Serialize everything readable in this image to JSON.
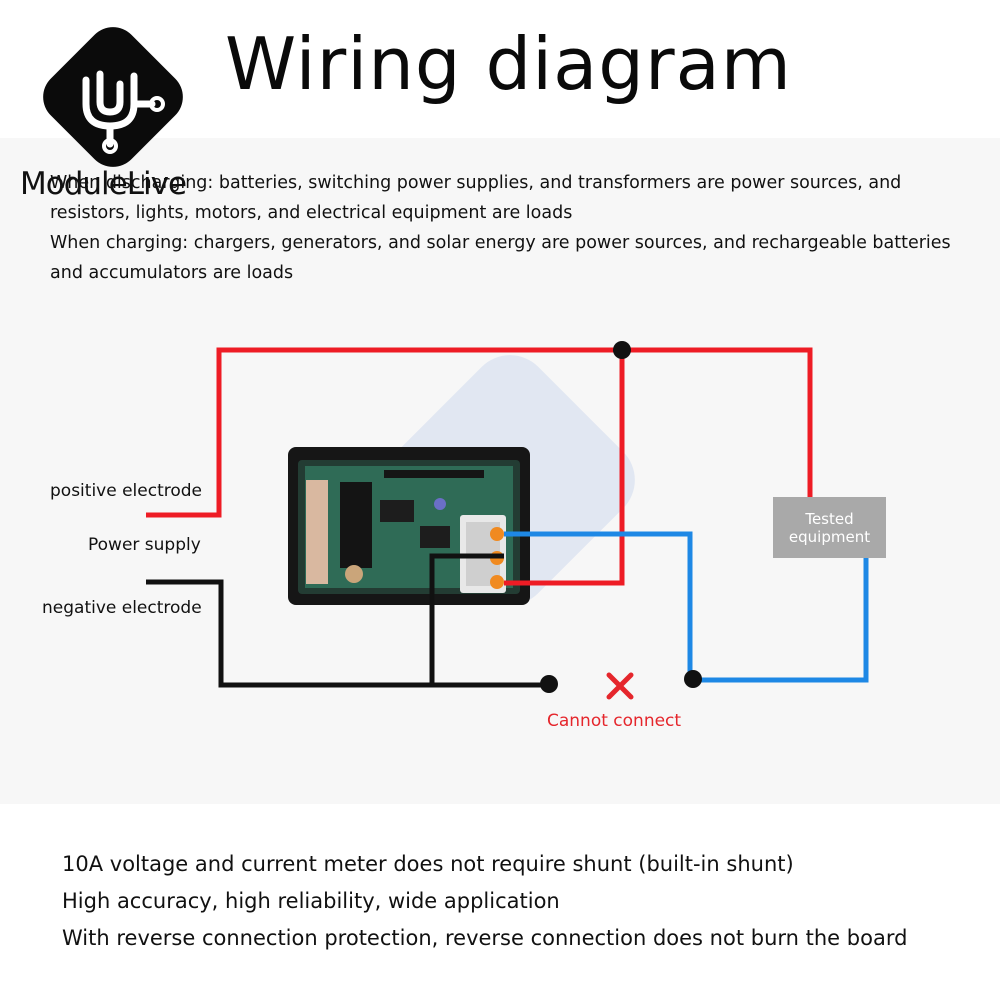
{
  "header": {
    "title": "Wiring diagram",
    "brand": {
      "part1": "Module",
      "part2": "Live"
    }
  },
  "description": {
    "discharging": "When discharging: batteries, switching power supplies, and transformers are power sources, and resistors, lights, motors, and electrical equipment are loads",
    "charging": "When charging: chargers, generators, and solar energy are power sources, and rechargeable batteries and accumulators are loads"
  },
  "diagram": {
    "positive_label": "positive electrode",
    "supply_label": "Power supply",
    "negative_label": "negative electrode",
    "tested_label": "Tested equipment",
    "cannot_connect_label": "Cannot connect",
    "colors": {
      "positive": "#ee1c25",
      "negative": "#111111",
      "signal": "#1e88e5",
      "warning": "#e5262c"
    }
  },
  "features": [
    "10A voltage and current meter does not require shunt (built-in shunt)",
    "High accuracy, high reliability, wide application",
    "With reverse connection protection, reverse connection does not burn the board"
  ]
}
